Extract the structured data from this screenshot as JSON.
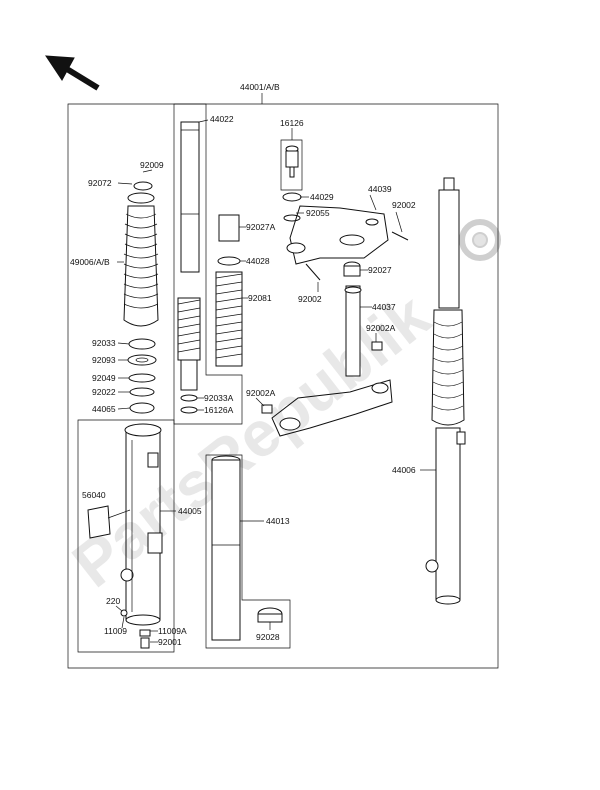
{
  "watermark": "PartsRepublik",
  "assembly_label": "44001/A/B",
  "parts": {
    "p44022": "44022",
    "p16126": "16126",
    "p92009": "92009",
    "p92072": "92072",
    "p44029": "44029",
    "p44039": "44039",
    "p92002a": "92002",
    "p92055": "92055",
    "p92027a": "92027A",
    "p49006": "49006/A/B",
    "p44028": "44028",
    "p92027": "92027",
    "p92081": "92081",
    "p92002b": "92002",
    "p44037": "44037",
    "p92033": "92033",
    "p92002a2": "92002A",
    "p92093": "92093",
    "p92049": "92049",
    "p92033a": "92033A",
    "p92022": "92022",
    "p16126a": "16126A",
    "p92002a3": "92002A",
    "p44065": "44065",
    "p44006": "44006",
    "p56040": "56040",
    "p44005": "44005",
    "p44013": "44013",
    "p220": "220",
    "p11009": "11009",
    "p11009a": "11009A",
    "p92028": "92028",
    "p92001": "92001"
  }
}
